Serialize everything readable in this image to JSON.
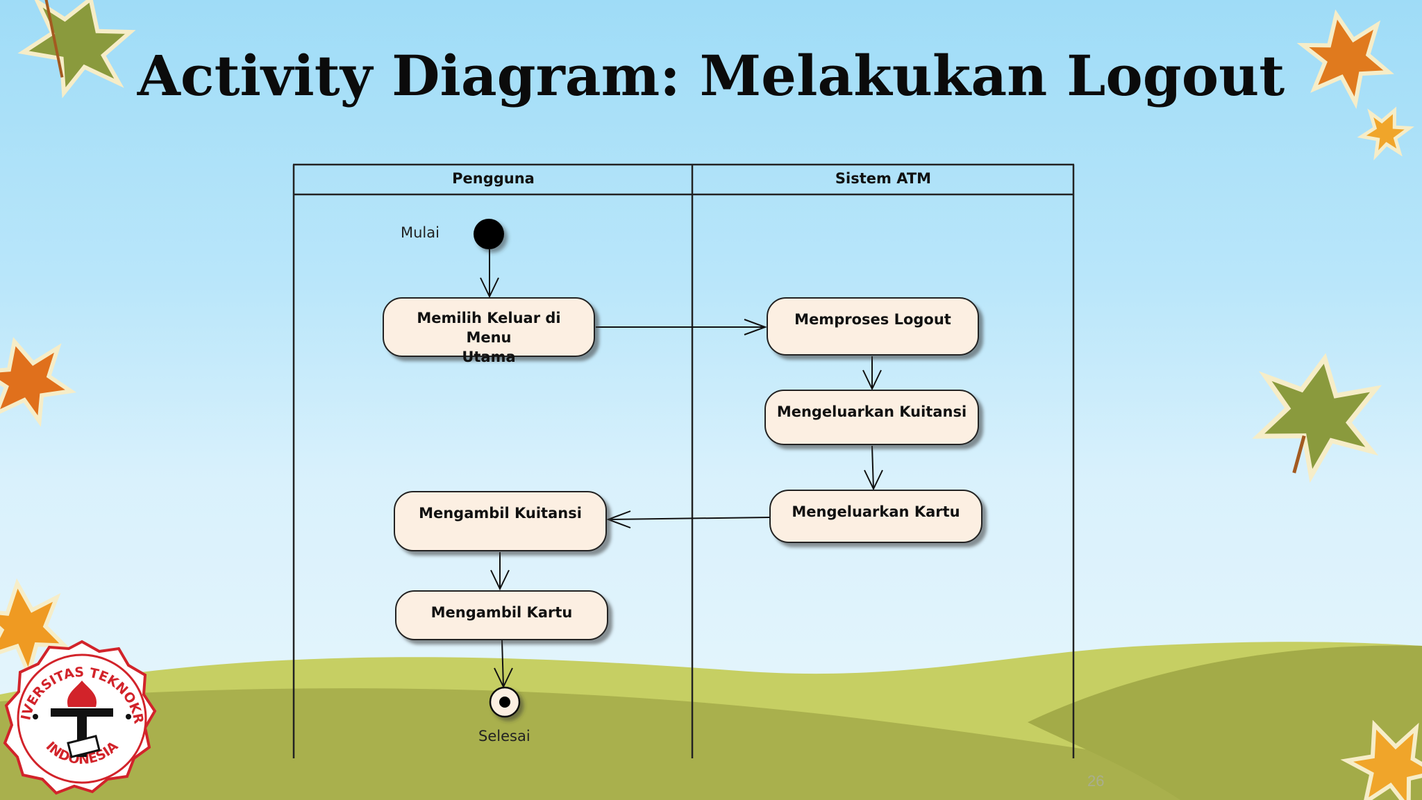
{
  "slide": {
    "title": "Activity Diagram: Melakukan Logout",
    "page_number": "26"
  },
  "diagram": {
    "lanes": [
      {
        "id": "pengguna",
        "label": "Pengguna"
      },
      {
        "id": "sistem",
        "label": "Sistem ATM"
      }
    ],
    "start_label": "Mulai",
    "end_label": "Selesai",
    "activities": [
      {
        "id": "a1",
        "lane": "pengguna",
        "line1": "Memilih Keluar di Menu",
        "line2": "Utama"
      },
      {
        "id": "a2",
        "lane": "sistem",
        "label": "Memproses Logout"
      },
      {
        "id": "a3",
        "lane": "sistem",
        "label": "Mengeluarkan Kuitansi"
      },
      {
        "id": "a4",
        "lane": "sistem",
        "label": "Mengeluarkan Kartu"
      },
      {
        "id": "a5",
        "lane": "pengguna",
        "label": "Mengambil Kuitansi"
      },
      {
        "id": "a6",
        "lane": "pengguna",
        "label": "Mengambil Kartu"
      }
    ],
    "flows": [
      [
        "start",
        "a1"
      ],
      [
        "a1",
        "a2"
      ],
      [
        "a2",
        "a3"
      ],
      [
        "a3",
        "a4"
      ],
      [
        "a4",
        "a5"
      ],
      [
        "a5",
        "a6"
      ],
      [
        "a6",
        "end"
      ]
    ]
  },
  "logo": {
    "text_top": "UNIVERSITAS TEKNOKRAT",
    "text_bottom": "INDONESIA",
    "colors": {
      "red": "#d2232a",
      "black": "#111111"
    }
  }
}
